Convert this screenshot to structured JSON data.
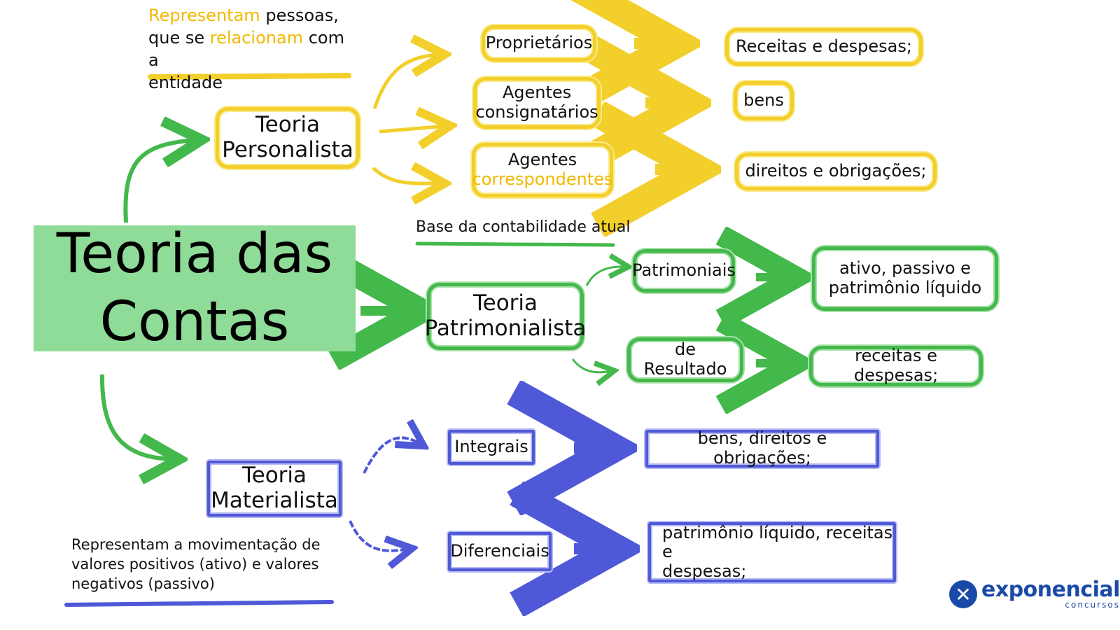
{
  "title": [
    "Teoria das",
    "Contas"
  ],
  "personalista": {
    "note": {
      "w1": "Representam",
      "w2": "pessoas,",
      "w3": "que se",
      "w4": "relacionam",
      "w5": "com a",
      "w6": "entidade"
    },
    "theory": [
      "Teoria",
      "Personalista"
    ],
    "items": [
      {
        "label": [
          "Proprietários"
        ],
        "result": "Receitas e despesas;"
      },
      {
        "label": [
          "Agentes",
          "consignatários"
        ],
        "result": "bens"
      },
      {
        "label": [
          "Agentes",
          "correspondentes"
        ],
        "result": "direitos e obrigações;"
      }
    ]
  },
  "patrimonialista": {
    "note": "Base da contabilidade atual",
    "theory": [
      "Teoria",
      "Patrimonialista"
    ],
    "items": [
      {
        "label": "Patrimoniais",
        "result": [
          "ativo, passivo e",
          "patrimônio líquido"
        ]
      },
      {
        "label": "de Resultado",
        "result": [
          "receitas e despesas;"
        ]
      }
    ]
  },
  "materialista": {
    "theory": [
      "Teoria",
      "Materialista"
    ],
    "note": [
      "Representam a movimentação  de",
      "valores  positivos (ativo) e valores",
      "negativos (passivo)"
    ],
    "items": [
      {
        "label": "Integrais",
        "result": [
          "bens, direitos e obrigações;"
        ]
      },
      {
        "label": "Diferenciais",
        "result": [
          "patrimônio líquido, receitas e",
          "despesas;"
        ]
      }
    ]
  },
  "logo": {
    "name": "exponencial",
    "sub": "concursos"
  },
  "colors": {
    "yellow": "#f2cf2a",
    "green": "#43b84b",
    "blue": "#4f59d8",
    "highlight": "#8fdc98"
  }
}
